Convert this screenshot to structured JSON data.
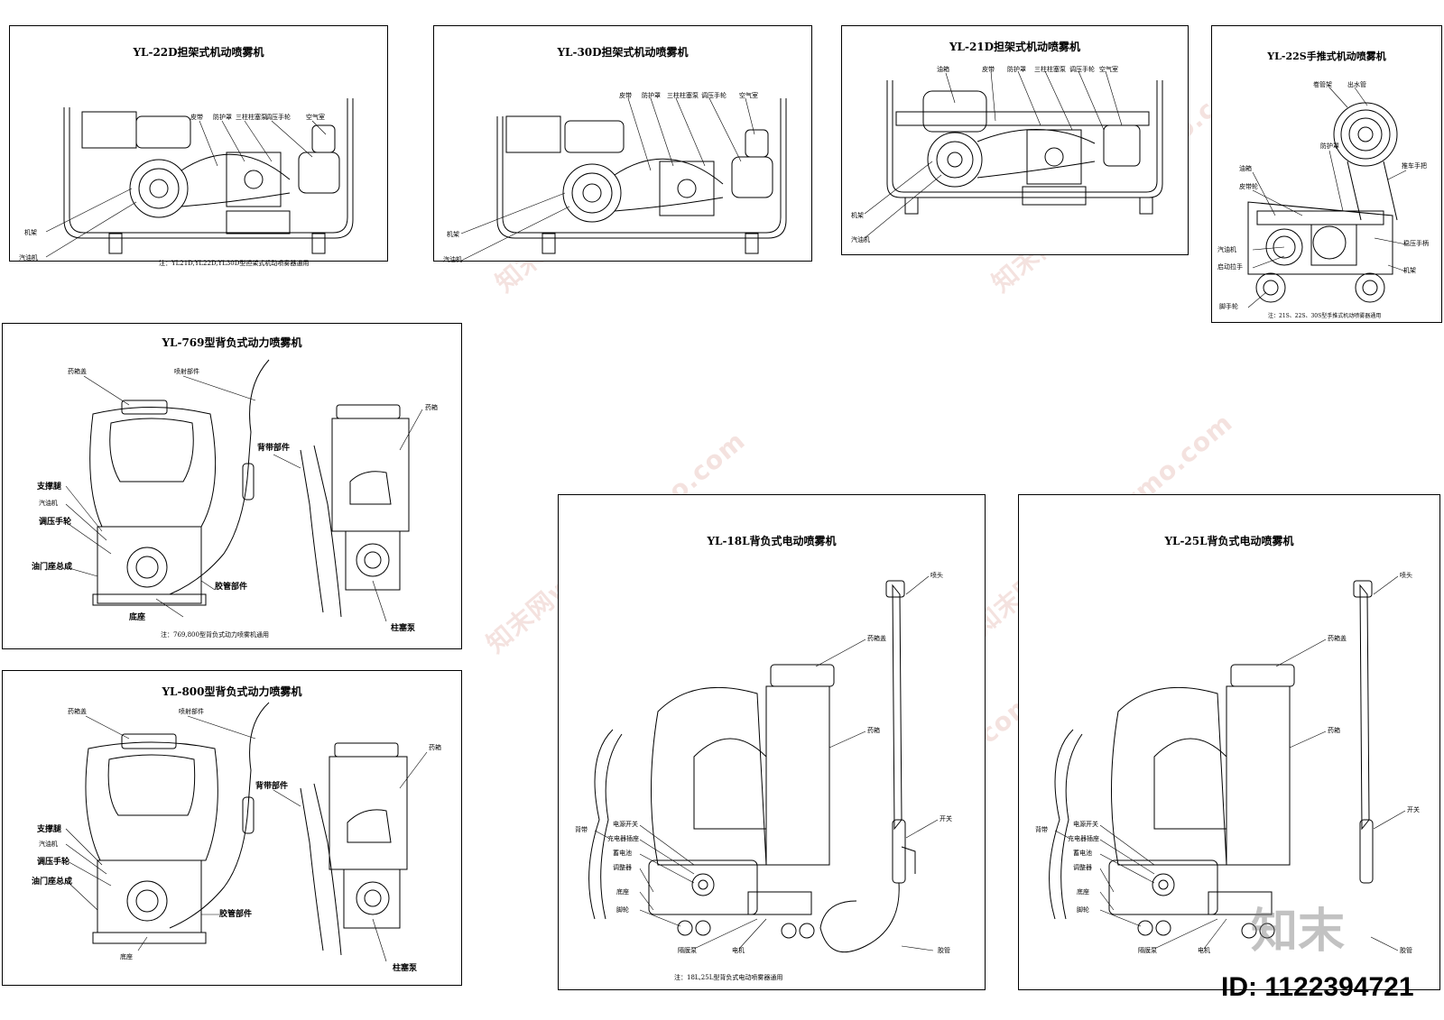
{
  "panels": {
    "p22d": {
      "title": "YL-22D担架式机动喷雾机",
      "note": "注：YL21D,YL22D,YL30D型担架式机动喷雾器通用",
      "labels": [
        "皮带",
        "防护罩",
        "三柱柱塞泵",
        "调压手轮",
        "空气室",
        "机架",
        "汽油机"
      ]
    },
    "p30d": {
      "title": "YL-30D担架式机动喷雾机",
      "labels": [
        "皮带",
        "防护罩",
        "三柱柱塞泵",
        "调压手轮",
        "空气室",
        "机架",
        "汽油机"
      ]
    },
    "p21d": {
      "title": "YL-21D担架式机动喷雾机",
      "labels": [
        "油箱",
        "皮带",
        "防护罩",
        "三柱柱塞泵",
        "调压手轮",
        "空气室",
        "机架",
        "汽油机"
      ]
    },
    "p22s": {
      "title": "YL-22S手推式机动喷雾机",
      "note": "注：21S、22S、30S型手推式机动喷雾器通用",
      "labels": [
        "卷管架",
        "出水管",
        "防护罩",
        "油箱",
        "皮带轮",
        "推车手把",
        "汽油机",
        "启动拉手",
        "稳压手柄",
        "机架",
        "脚手轮"
      ]
    },
    "p769": {
      "title": "YL-769型背负式动力喷雾机",
      "note": "注：769,800型背负式动力喷雾机通用",
      "labels": [
        "药箱盖",
        "喷射部件",
        "背带部件",
        "药箱",
        "支撑腿",
        "汽油机",
        "调压手轮",
        "油门座总成",
        "胶管部件",
        "底座",
        "柱塞泵"
      ]
    },
    "p800": {
      "title": "YL-800型背负式动力喷雾机",
      "labels": [
        "药箱盖",
        "喷射部件",
        "背带部件",
        "药箱",
        "支撑腿",
        "汽油机",
        "调压手轮",
        "油门座总成",
        "胶管部件",
        "底座",
        "柱塞泵"
      ]
    },
    "p18l": {
      "title": "YL-18L背负式电动喷雾机",
      "note": "注：18L,25L型背负式电动喷雾器通用",
      "labels": [
        "喷头",
        "药箱盖",
        "药箱",
        "开关",
        "背带",
        "电源开关",
        "充电器插座",
        "蓄电池",
        "调整器",
        "底座",
        "脚轮",
        "隔膜泵",
        "电机",
        "胶管"
      ]
    },
    "p25l": {
      "title": "YL-25L背负式电动喷雾机",
      "labels": [
        "喷头",
        "药箱盖",
        "药箱",
        "开关",
        "背带",
        "电源开关",
        "充电器插座",
        "蓄电池",
        "调整器",
        "底座",
        "脚轮",
        "隔膜泵",
        "电机",
        "胶管"
      ]
    }
  },
  "watermark": {
    "site": "www.znzmo.com",
    "brand": "知末网",
    "logo": "知末"
  },
  "image_id": "ID: 1122394721"
}
